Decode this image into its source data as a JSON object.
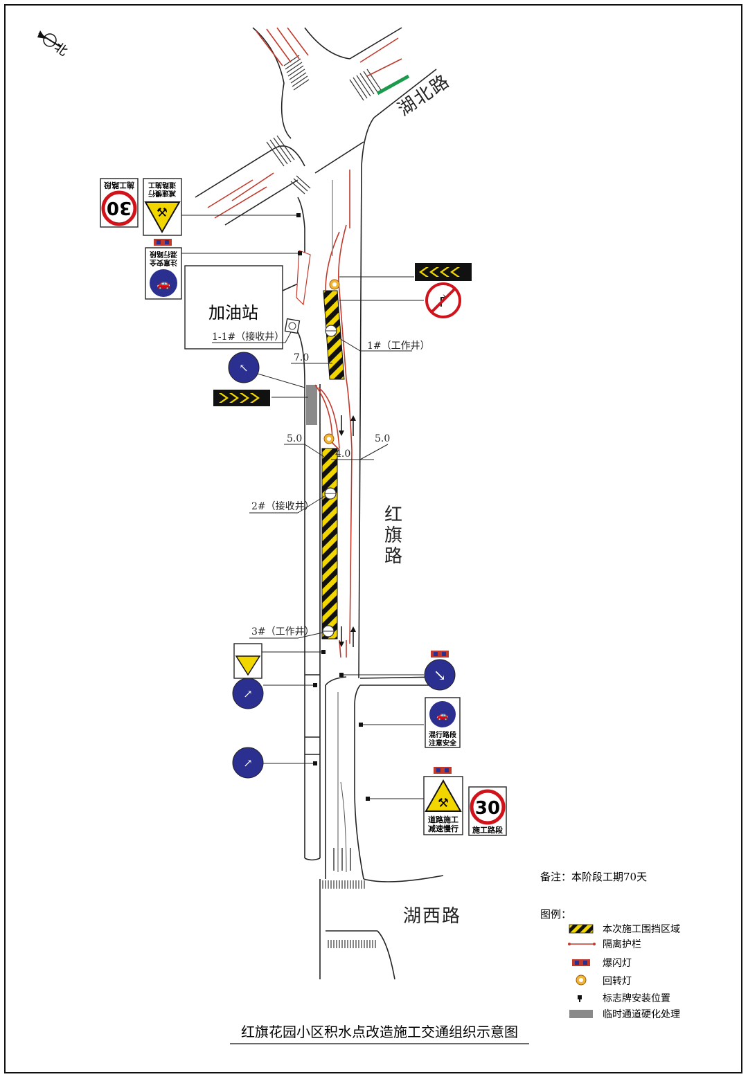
{
  "title": "红旗花园小区积水点改造施工交通组织示意图",
  "north_label": "北",
  "roads": {
    "hubei": "湖北路",
    "hongqi_chars": [
      "红",
      "旗",
      "路"
    ],
    "huxi": "湖西路"
  },
  "gas_station": "加油站",
  "wells": {
    "w1_1": "1-1#（接收井）",
    "w1": "1#（工作井）",
    "w2": "2#（接收井）",
    "w3": "3#（工作井）"
  },
  "dimensions": {
    "d7": "7.0",
    "d5_left": "5.0",
    "d4": "4.0",
    "d5_right": "5.0"
  },
  "signs": {
    "speed_value": "30",
    "construction_section": "施工路段",
    "road_work_line1": "道路施工",
    "road_work_line2": "减速慢行",
    "mixed_line1": "混行路段",
    "mixed_line2": "注意安全"
  },
  "note": "备注：本阶段工期70天",
  "legend": {
    "title": "图例：",
    "items": [
      {
        "label": "本次施工围挡区域",
        "symbol": "hatch-bar"
      },
      {
        "label": "隔离护栏",
        "symbol": "red-barrier-line"
      },
      {
        "label": "爆闪灯",
        "symbol": "flash-light"
      },
      {
        "label": "回转灯",
        "symbol": "rotating-light"
      },
      {
        "label": "标志牌安装位置",
        "symbol": "sign-post"
      },
      {
        "label": "临时通道硬化处理",
        "symbol": "gray-bar"
      }
    ]
  },
  "colors": {
    "hatch_yellow": "#f2d600",
    "hatch_black": "#111111",
    "sign_blue": "#2b2f8f",
    "prohibition_red": "#d0121b",
    "barrier_red": "#c0392b",
    "hardened_gray": "#8a8a8a",
    "green_bar": "#1a9a4a"
  }
}
